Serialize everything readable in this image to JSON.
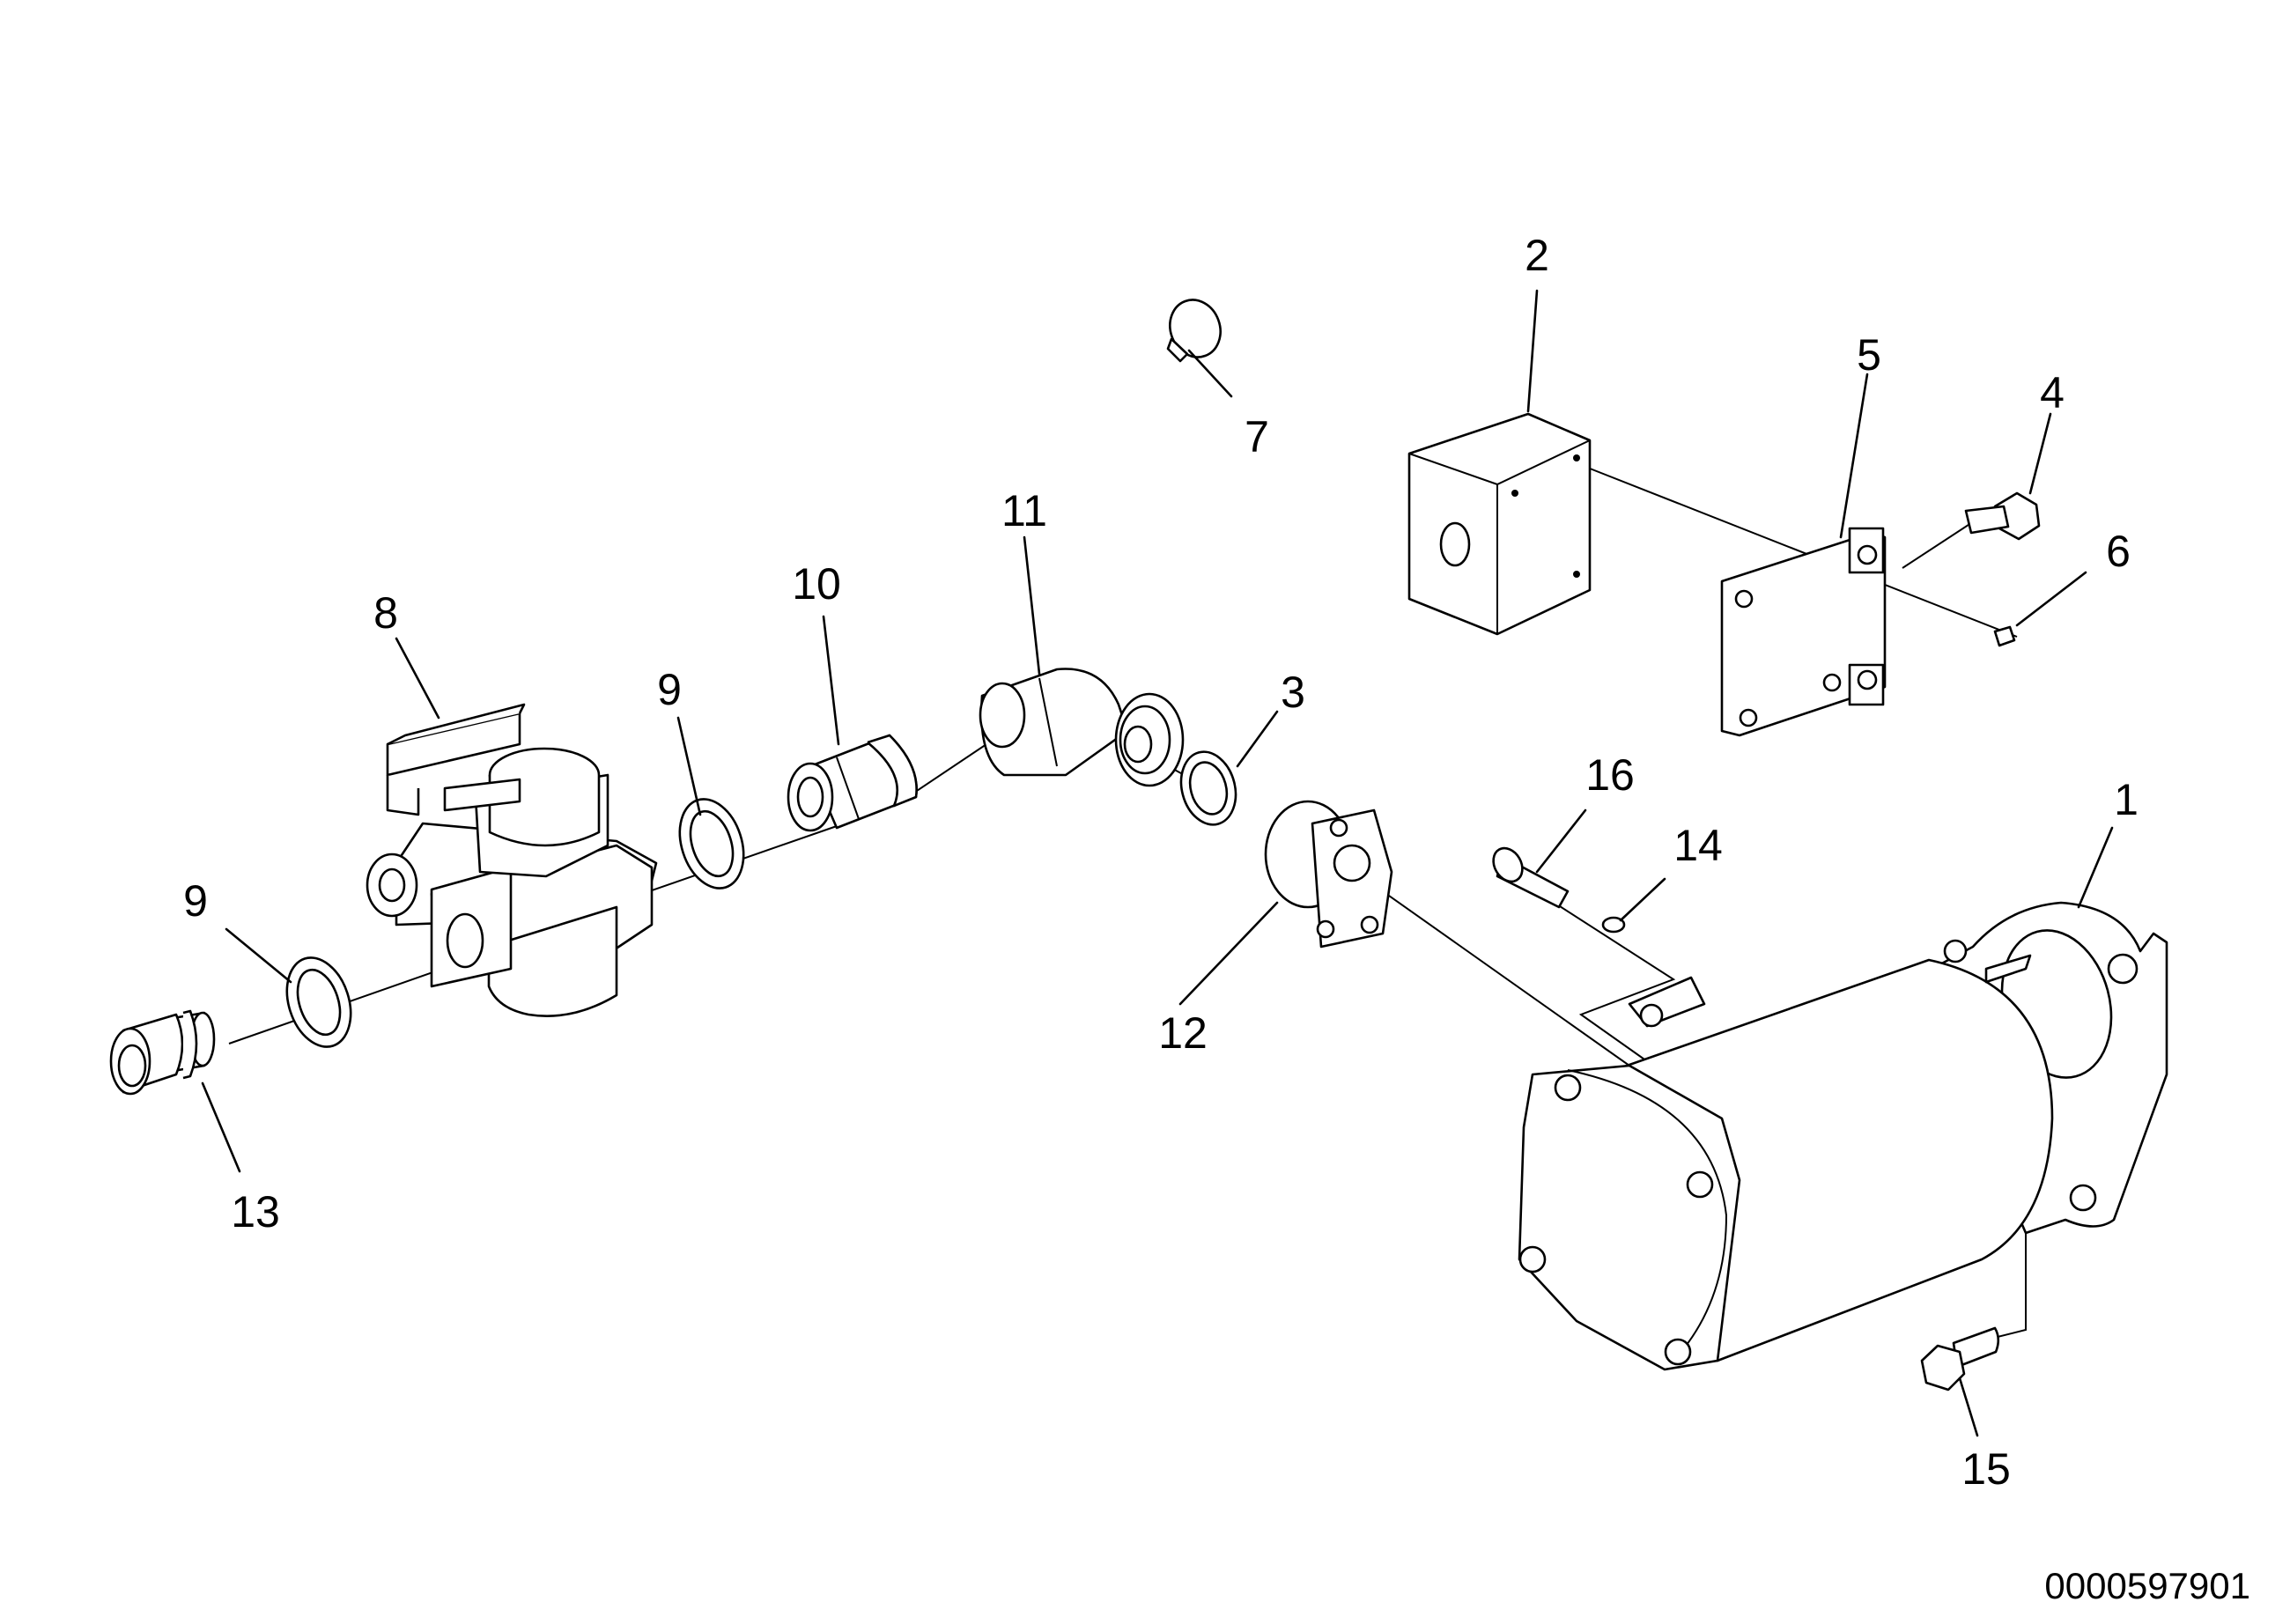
{
  "drawing_number": "0000597901",
  "callouts": {
    "c1": "1",
    "c2": "2",
    "c3": "3",
    "c4": "4",
    "c5": "5",
    "c6": "6",
    "c7": "7",
    "c8": "8",
    "c9a": "9",
    "c9b": "9",
    "c10": "10",
    "c11": "11",
    "c12": "12",
    "c13": "13",
    "c14": "14",
    "c15": "15",
    "c16": "16"
  }
}
